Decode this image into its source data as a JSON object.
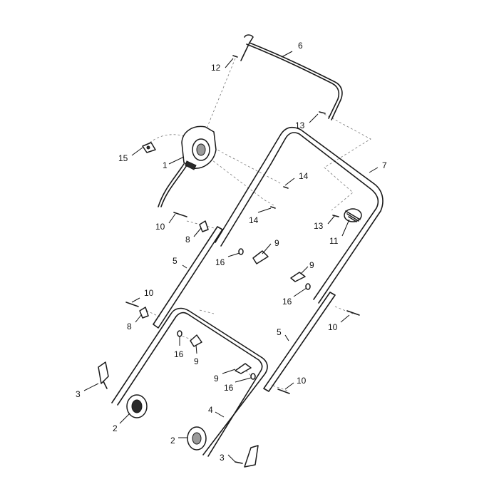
{
  "callouts": [
    {
      "id": "c6",
      "text": "6"
    },
    {
      "id": "c12",
      "text": "12"
    },
    {
      "id": "c13a",
      "text": "13"
    },
    {
      "id": "c15",
      "text": "15"
    },
    {
      "id": "c1",
      "text": "1"
    },
    {
      "id": "c7",
      "text": "7"
    },
    {
      "id": "c14a",
      "text": "14"
    },
    {
      "id": "c14b",
      "text": "14"
    },
    {
      "id": "c13b",
      "text": "13"
    },
    {
      "id": "c11",
      "text": "11"
    },
    {
      "id": "c10a",
      "text": "10"
    },
    {
      "id": "c8a",
      "text": "8"
    },
    {
      "id": "c9a",
      "text": "9"
    },
    {
      "id": "c16a",
      "text": "16"
    },
    {
      "id": "c5a",
      "text": "5"
    },
    {
      "id": "c9b",
      "text": "9"
    },
    {
      "id": "c16b",
      "text": "16"
    },
    {
      "id": "c10b",
      "text": "10"
    },
    {
      "id": "c8b",
      "text": "8"
    },
    {
      "id": "c16c",
      "text": "16"
    },
    {
      "id": "c9c",
      "text": "9"
    },
    {
      "id": "c5b",
      "text": "5"
    },
    {
      "id": "c10c",
      "text": "10"
    },
    {
      "id": "c9d",
      "text": "9"
    },
    {
      "id": "c16d",
      "text": "16"
    },
    {
      "id": "c10d",
      "text": "10"
    },
    {
      "id": "c3a",
      "text": "3"
    },
    {
      "id": "c2a",
      "text": "2"
    },
    {
      "id": "c4",
      "text": "4"
    },
    {
      "id": "c2b",
      "text": "2"
    },
    {
      "id": "c3b",
      "text": "3"
    }
  ]
}
